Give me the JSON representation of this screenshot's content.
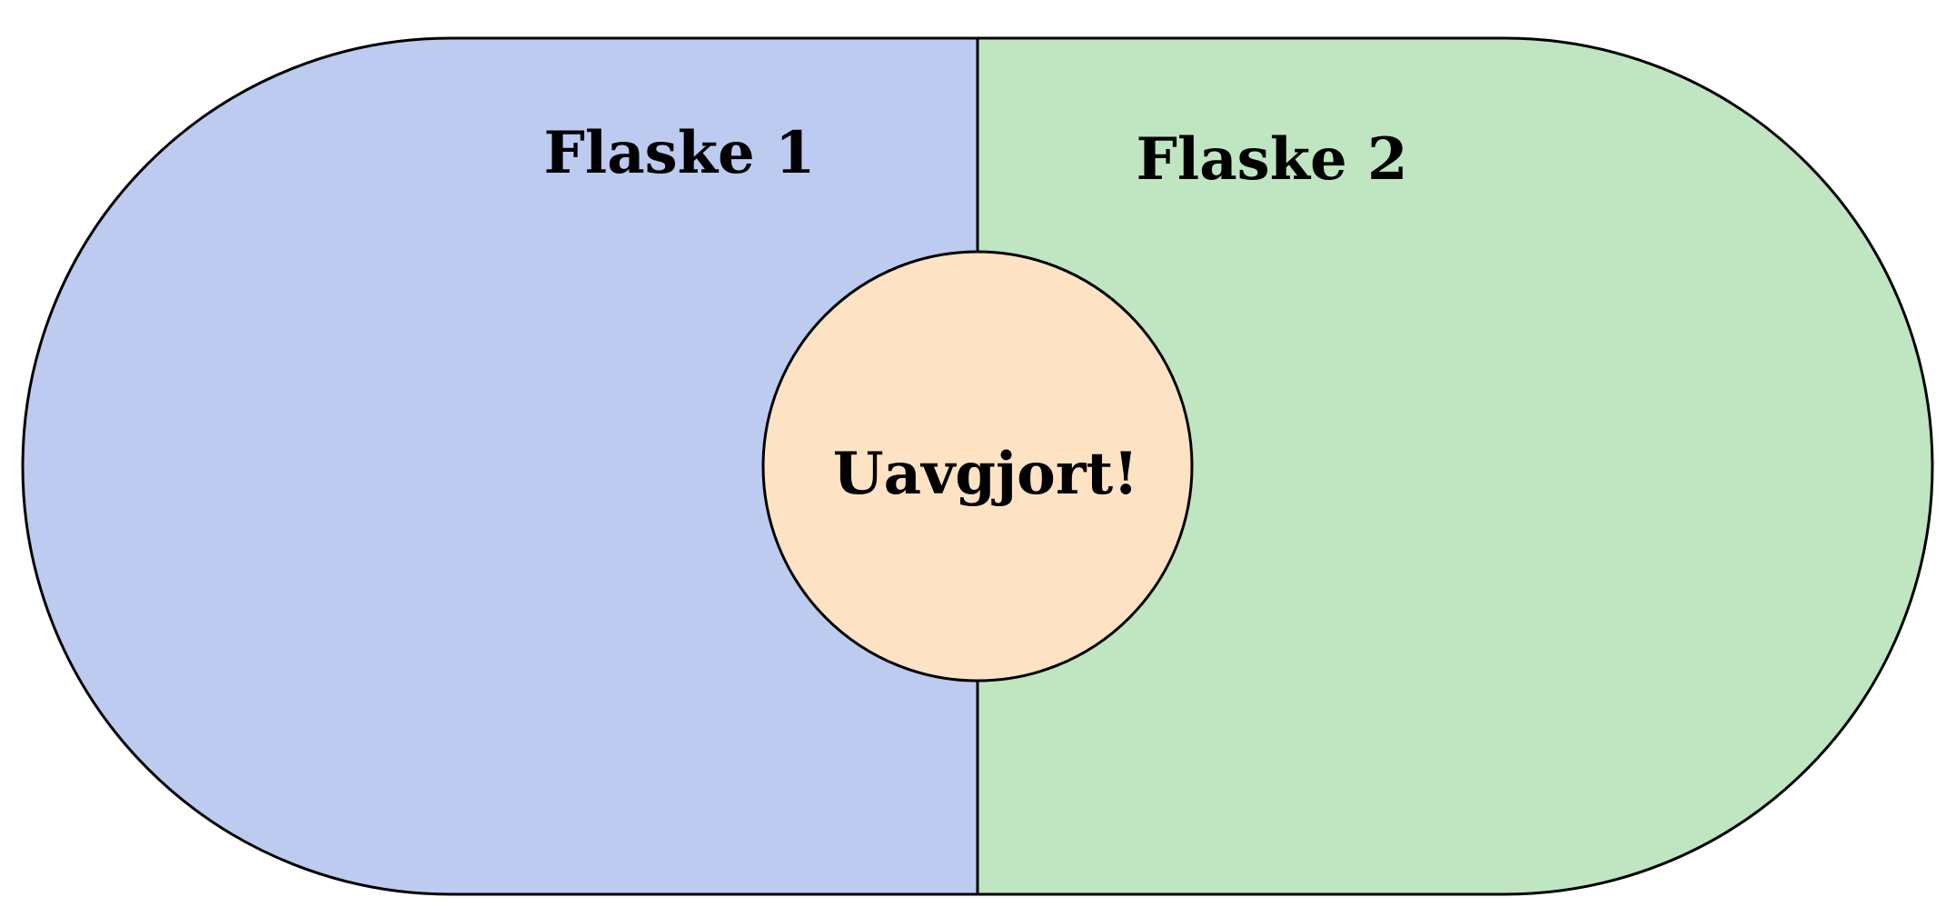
{
  "diagram": {
    "left_region": {
      "label": "Flaske 1",
      "color": "#bdcbf1"
    },
    "right_region": {
      "label": "Flaske 2",
      "color": "#bfe6c0"
    },
    "center_circle": {
      "label": "Uavgjort!",
      "color": "#fde3c3"
    },
    "outline_color": "#000000"
  }
}
